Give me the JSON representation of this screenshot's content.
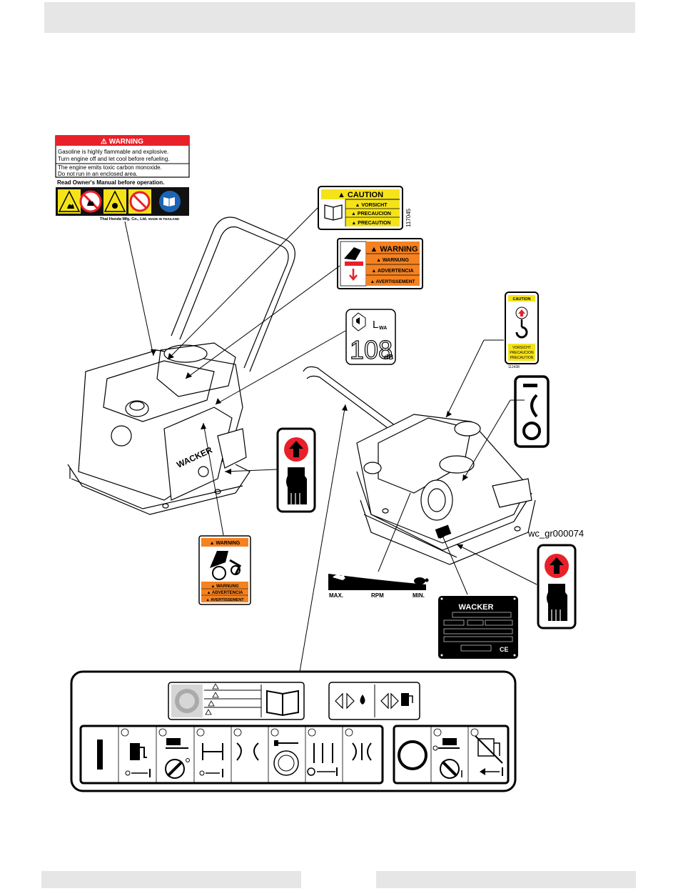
{
  "figure_id": "wc_gr000074",
  "honda_label": {
    "title": "WARNING",
    "line1": "Gasoline is highly flammable and explosive.",
    "line2": "Turn engine off and let cool before refueling.",
    "line3": "The engine emits toxic carbon monoxide.",
    "line4": "Do not run in an enclosed area.",
    "line5": "Read Owner's Manual before operation.",
    "maker": "Thai Honda Mfg. Co., Ltd.",
    "origin": "MADE IN THAILAND"
  },
  "caution_label": {
    "title": "CAUTION",
    "lines": [
      "VORSICHT",
      "PRECAUCION",
      "PRECAUTION"
    ],
    "part_no": "117045"
  },
  "warning_hand_label": {
    "title": "WARNING",
    "lines": [
      "WARNUNG",
      "ADVERTENCIA",
      "AVERTISSEMENT"
    ]
  },
  "sound_label": {
    "value": "108",
    "unit": "dB",
    "symbol": "L",
    "subscript": "WA"
  },
  "lift_label": {
    "title": "CAUTION",
    "lines": [
      "VORSICHT",
      "PRECAUCION",
      "PRECAUTION"
    ],
    "part_no": "111438"
  },
  "belt_label": {
    "title": "WARNING",
    "lines": [
      "WARNUNG",
      "ADVERTENCIA",
      "AVERTISSEMENT"
    ]
  },
  "rpm_label": {
    "max": "MAX.",
    "rpm": "RPM",
    "min": "MIN."
  },
  "nameplate": {
    "brand": "WACKER",
    "mark": "CE"
  },
  "machine": {
    "brand": "WACKER"
  },
  "colors": {
    "warning_red": "#e8202a",
    "caution_yellow": "#f5e31a",
    "warning_orange": "#f58220",
    "mandatory_blue": "#1c64b4",
    "bar_gray": "#e6e6e6"
  }
}
